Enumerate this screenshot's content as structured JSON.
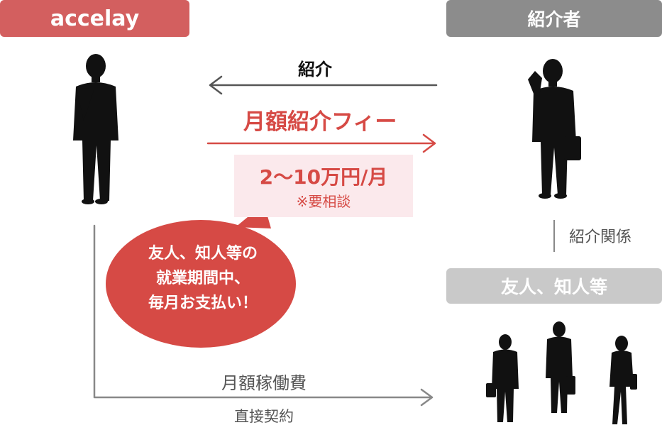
{
  "headers": {
    "accelay": "accelay",
    "introducer": "紹介者",
    "friends": "友人、知人等"
  },
  "flows": {
    "introduction": "紹介",
    "monthly_fee": "月額紹介フィー",
    "relation": "紹介関係",
    "monthly_work_fee": "月額稼働費",
    "direct_contract": "直接契約"
  },
  "fee_box": {
    "amount": "2～10万円/月",
    "note": "※要相談"
  },
  "bubble": {
    "lines": [
      "友人、知人等の",
      "就業期間中、",
      "毎月お支払い！"
    ]
  },
  "colors": {
    "accent_red": "#d64a45",
    "header_red": "#d35f5f",
    "header_gray": "#8c8c8c",
    "header_light_gray": "#c9c9c9",
    "fee_box_pink": "#fbe9ec",
    "line_gray": "#777777",
    "silhouette": "#111111"
  }
}
